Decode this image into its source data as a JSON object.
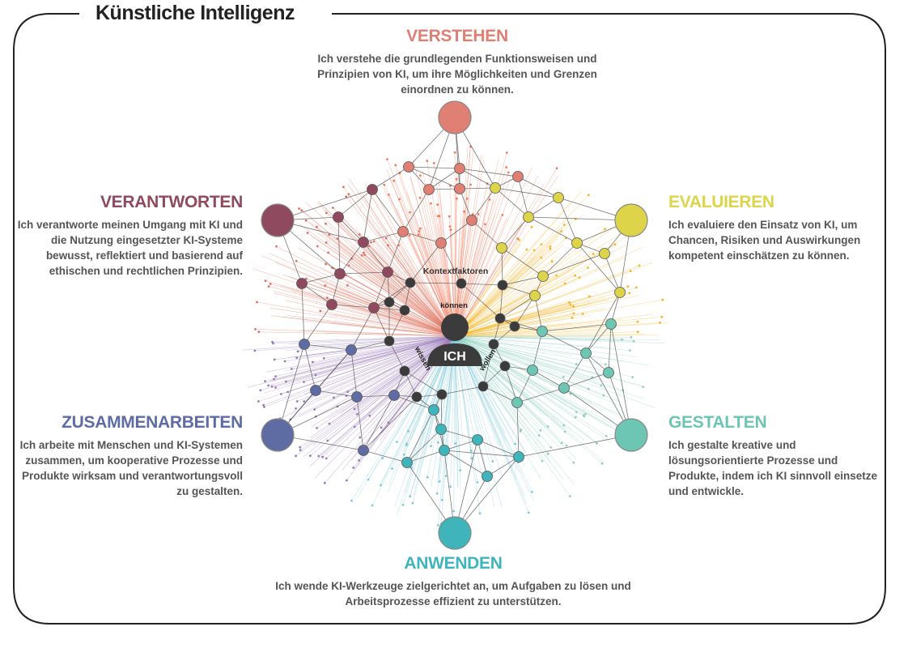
{
  "title": "Künstliche Intelligenz",
  "center": {
    "label": "ICH",
    "arcs": [
      "können",
      "wissen",
      "wollen"
    ],
    "context_label": "Kontextfaktoren"
  },
  "pillars": [
    {
      "key": "verstehen",
      "title": "VERSTEHEN",
      "color": "#e07f74",
      "text": "Ich verstehe die grundlegenden Funktionsweisen und Prinzipien von KI, um ihre Möglichkeiten und Grenzen einordnen zu können."
    },
    {
      "key": "evaluieren",
      "title": "EVALUIEREN",
      "color": "#ddd44a",
      "text": "Ich evaluiere den Einsatz von KI, um Chancen, Risiken und Auswirkungen kompetent einschätzen zu können."
    },
    {
      "key": "gestalten",
      "title": "GESTALTEN",
      "color": "#6cc6b3",
      "text": "Ich gestalte kreative und lösungsorientierte Prozesse und Produkte, indem ich KI sinnvoll einsetze und entwickle."
    },
    {
      "key": "anwenden",
      "title": "ANWENDEN",
      "color": "#3fb4ba",
      "text": "Ich wende KI-Werkzeuge zielgerichtet an, um Aufgaben zu lösen und Arbeitsprozesse effizient zu unterstützen."
    },
    {
      "key": "zusammenarbeiten",
      "title": "ZUSAMMENARBEITEN",
      "color": "#5e6ca3",
      "text": "Ich arbeite mit Menschen und KI-Systemen zusammen, um kooperative Prozesse und Produkte wirksam und verantwortungsvoll zu gestalten."
    },
    {
      "key": "verantworten",
      "title": "VERANTWORTEN",
      "color": "#8f4a5f",
      "text": "Ich verantworte meinen Umgang mit KI und die Nutzung eingesetzter KI-Systeme bewusst, reflektiert und basierend auf ethischen und rechtlichen Prinzipien."
    }
  ],
  "colors": {
    "verstehen": "#e07f74",
    "evaluieren": "#ddd44a",
    "gestalten": "#6cc6b3",
    "anwenden": "#3fb4ba",
    "zusammenarbeiten": "#5e6ca3",
    "verantworten": "#8f4a5f",
    "center": "#3b3b3b",
    "text": "#555555",
    "title": "#222222"
  }
}
